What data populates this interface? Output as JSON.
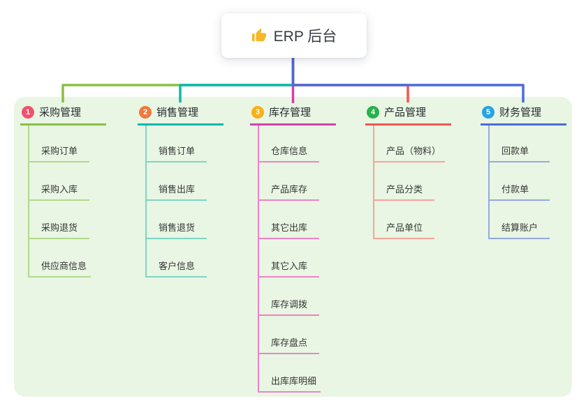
{
  "root": {
    "title": "ERP 后台",
    "icon": "thumbs-up-icon",
    "icon_color": "#f5b728"
  },
  "branches": [
    {
      "badge": "1",
      "badge_color": "#f2506e",
      "title": "采购管理",
      "line_color": "#88c043",
      "child_line_color": "#b2d98b",
      "children": [
        "采购订单",
        "采购入库",
        "采购退货",
        "供应商信息"
      ]
    },
    {
      "badge": "2",
      "badge_color": "#f2783b",
      "title": "销售管理",
      "line_color": "#0cb8ab",
      "child_line_color": "#7dd6c5",
      "children": [
        "销售订单",
        "销售出库",
        "销售退货",
        "客户信息"
      ]
    },
    {
      "badge": "3",
      "badge_color": "#f7b016",
      "title": "库存管理",
      "line_color": "#d340ae",
      "child_line_color": "#ef82c6",
      "children": [
        "仓库信息",
        "产品库存",
        "其它出库",
        "其它入库",
        "库存调拨",
        "库存盘点",
        "出库库明细"
      ]
    },
    {
      "badge": "4",
      "badge_color": "#27b24b",
      "title": "产品管理",
      "line_color": "#f4554f",
      "child_line_color": "#f9a29b",
      "children": [
        "产品（物料）",
        "产品分类",
        "产品单位"
      ]
    },
    {
      "badge": "5",
      "badge_color": "#29a3e2",
      "title": "财务管理",
      "line_color": "#4a6bdb",
      "child_line_color": "#96a8e2",
      "children": [
        "回款单",
        "付款单",
        "结算账户"
      ]
    }
  ],
  "colors": {
    "panel_bg": "#e8f6e3",
    "root_text": "#363b44",
    "child_text": "#363636"
  }
}
